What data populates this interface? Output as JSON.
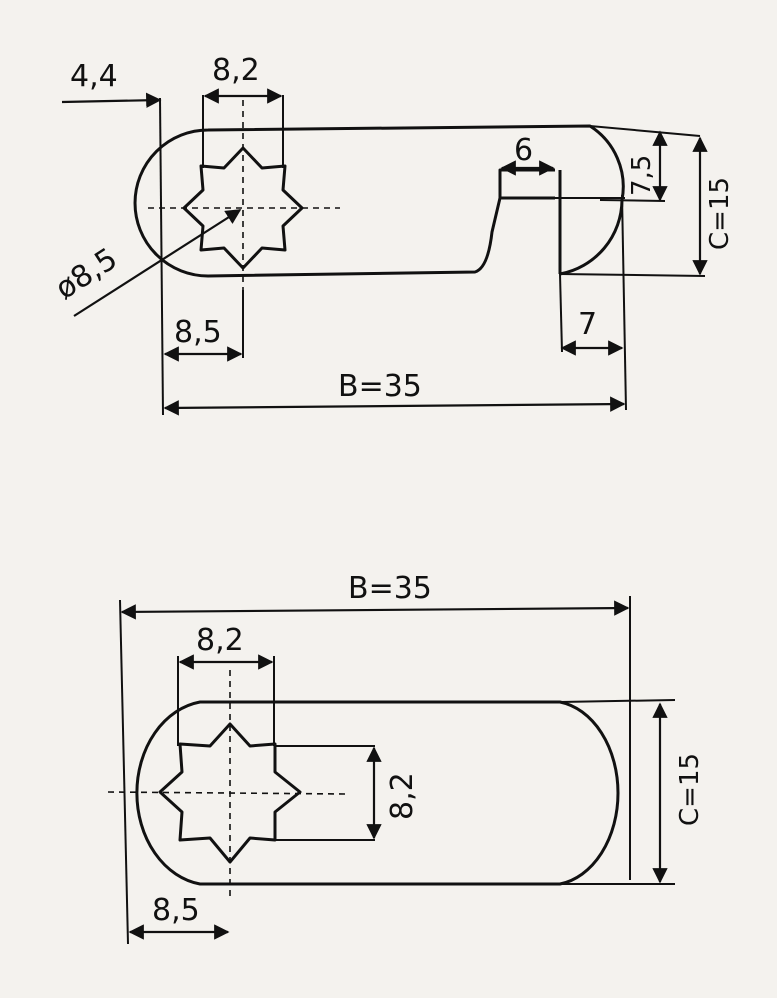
{
  "top_view": {
    "dim_left_offset": "4,4",
    "dim_square_width": "8,2",
    "dim_slot_width": "6",
    "dim_slot_depth": "7,5",
    "dim_total_height": "C=15",
    "dim_diameter": "ø8,5",
    "dim_center_offset": "8,5",
    "dim_slot_offset": "7",
    "dim_total_length": "B=35"
  },
  "bottom_view": {
    "dim_total_length": "B=35",
    "dim_square_width": "8,2",
    "dim_square_height": "8,2",
    "dim_total_height": "C=15",
    "dim_center_offset": "8,5"
  },
  "colors": {
    "ink": "#111111",
    "paper": "#f4f2ee"
  }
}
